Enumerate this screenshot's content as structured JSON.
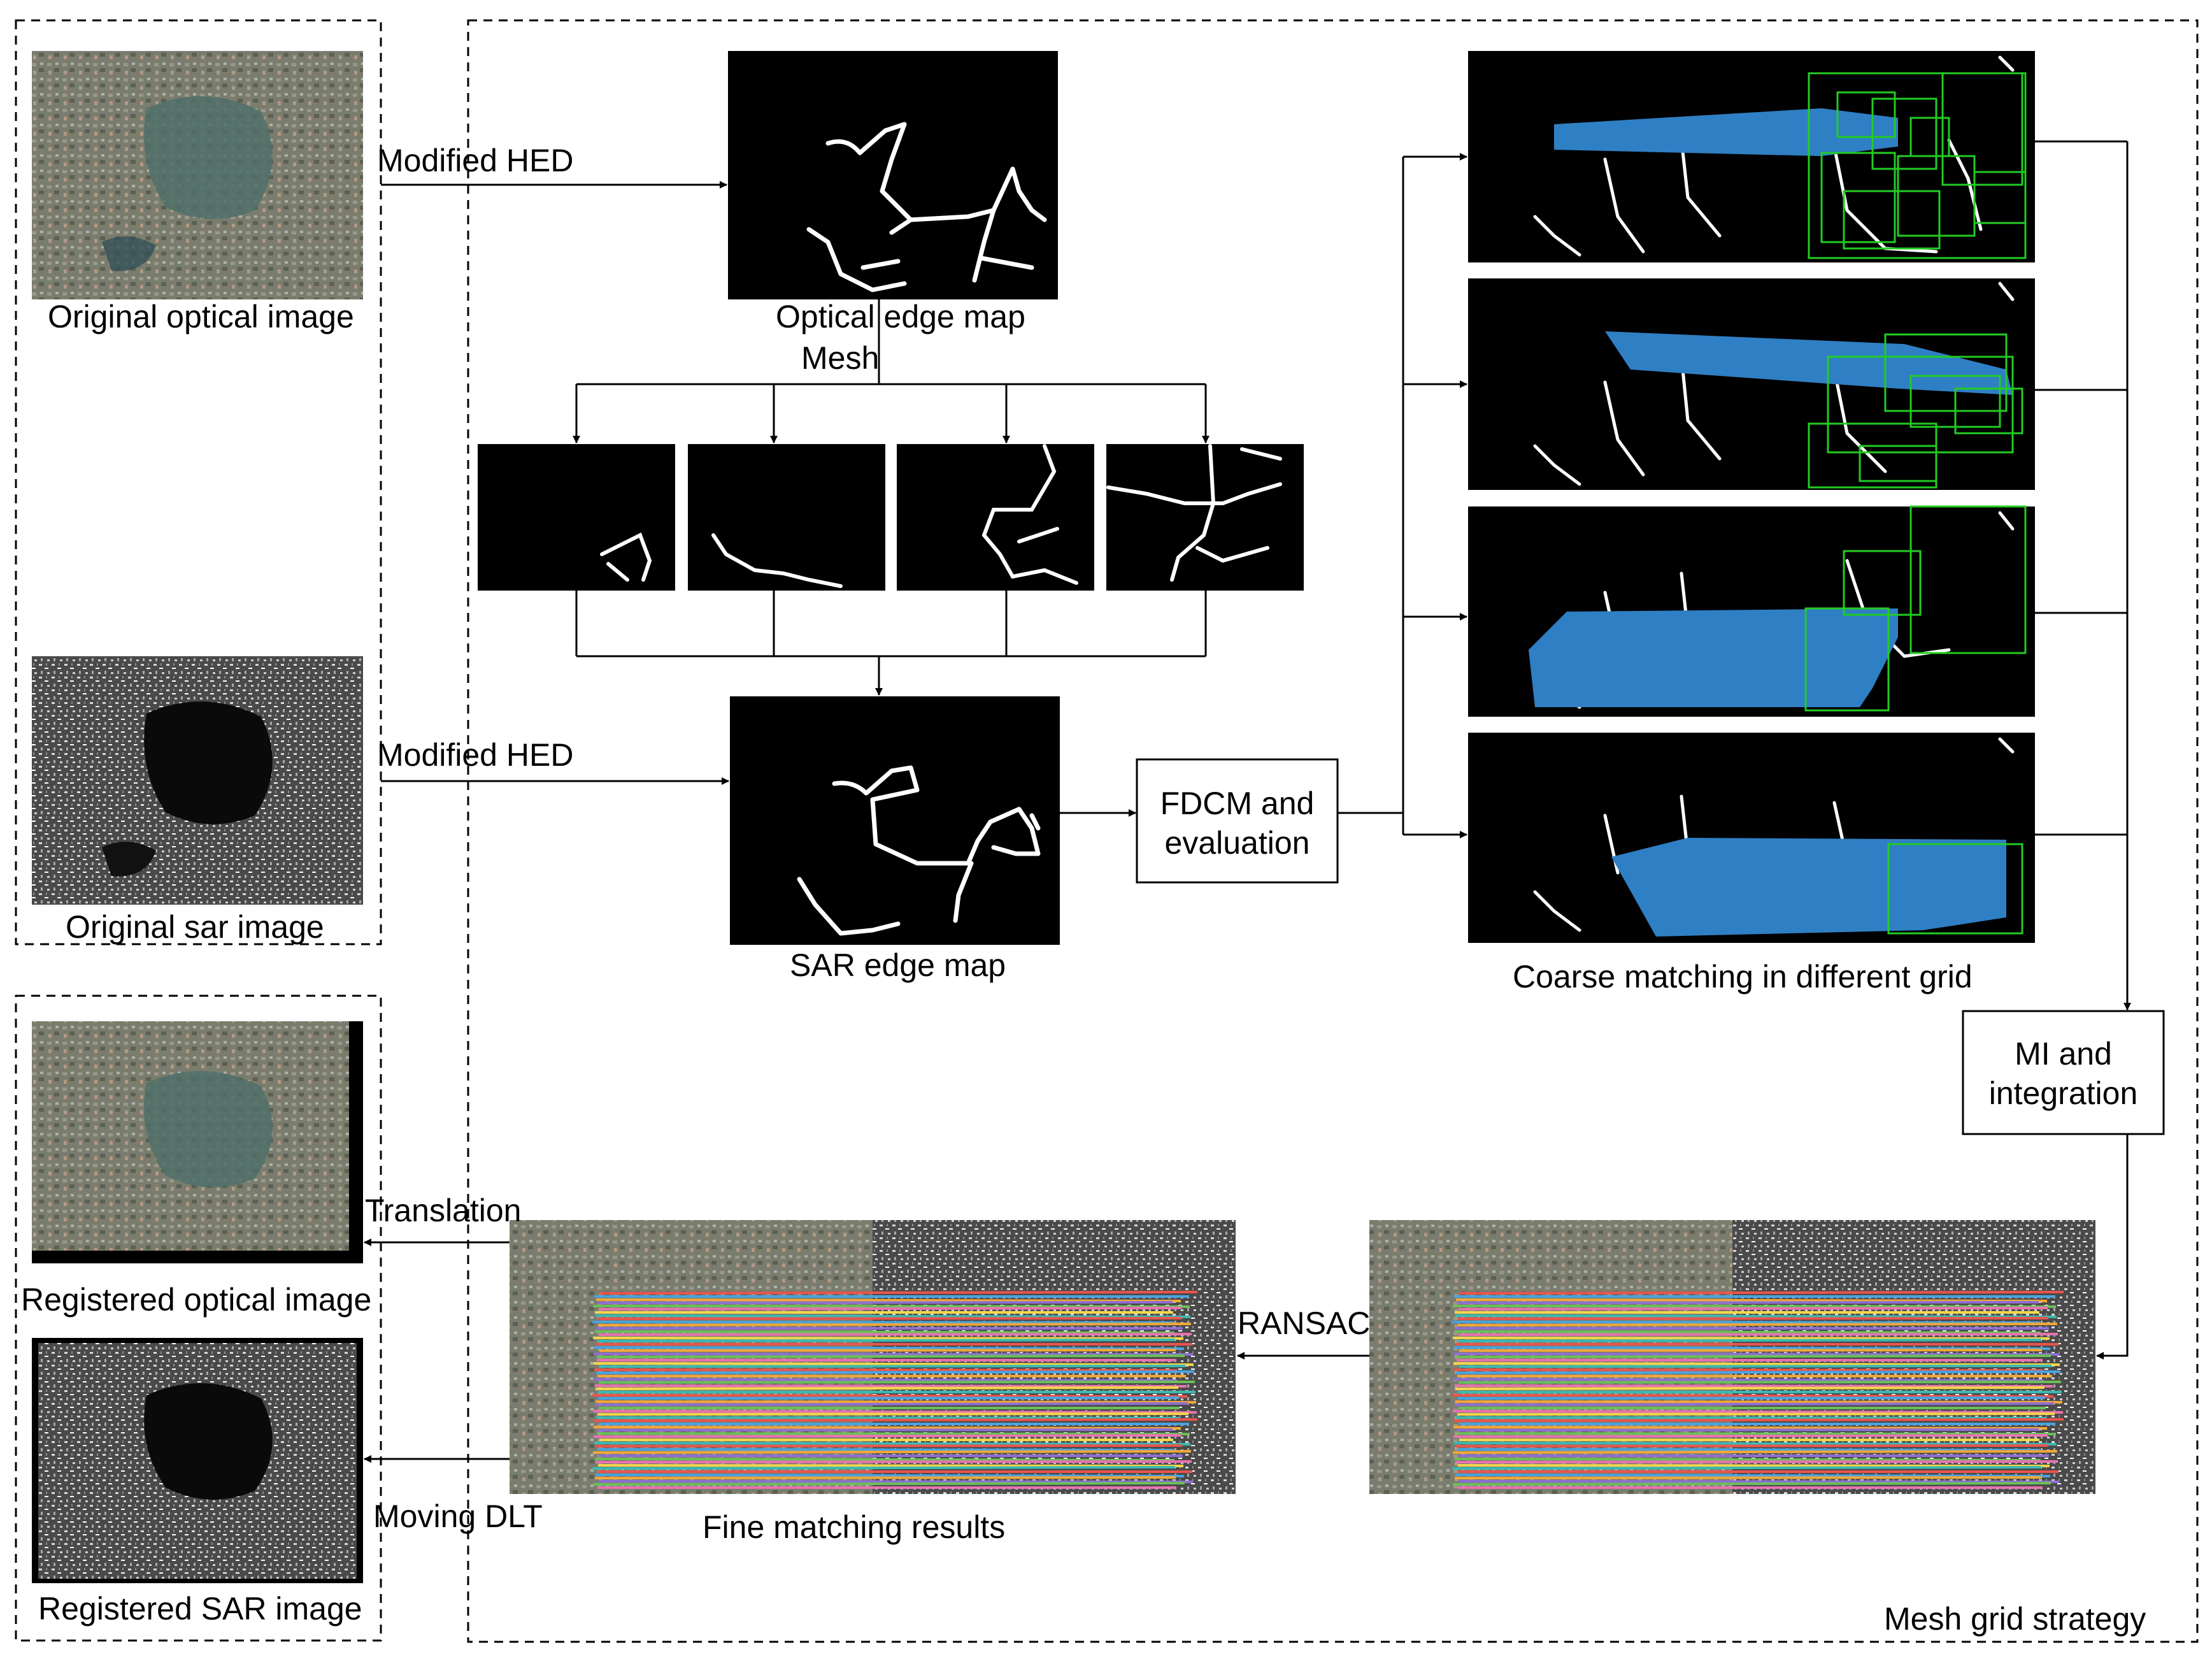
{
  "input_panel": {
    "optical_caption": "Original optical image",
    "sar_caption": "Original sar image"
  },
  "output_panel": {
    "optical_caption": "Registered optical image",
    "sar_caption": "Registered SAR image"
  },
  "strategy_panel": {
    "title": "Mesh grid strategy"
  },
  "edges": {
    "modified_hed_optical": "Modified HED",
    "modified_hed_sar": "Modified HED",
    "mesh": "Mesh",
    "translation": "Translation",
    "moving_dlt": "Moving DLT",
    "ransac": "RANSAC"
  },
  "nodes": {
    "optical_edge_map": "Optical edge map",
    "sar_edge_map": "SAR edge map",
    "fdcm": "FDCM and\nevaluation",
    "mi": "MI and\nintegration",
    "coarse_caption": "Coarse matching in different grid",
    "fine_caption": "Fine matching results"
  },
  "colors": {
    "match_blue": "#2f7fc4",
    "box_green": "#22cc22",
    "edge_white": "#ffffff",
    "line_palette": [
      "#e8554e",
      "#4aa3df",
      "#f0a73a",
      "#8e6fd1",
      "#6bbf59",
      "#e872b0",
      "#f2d64b",
      "#3cb8b0"
    ]
  }
}
